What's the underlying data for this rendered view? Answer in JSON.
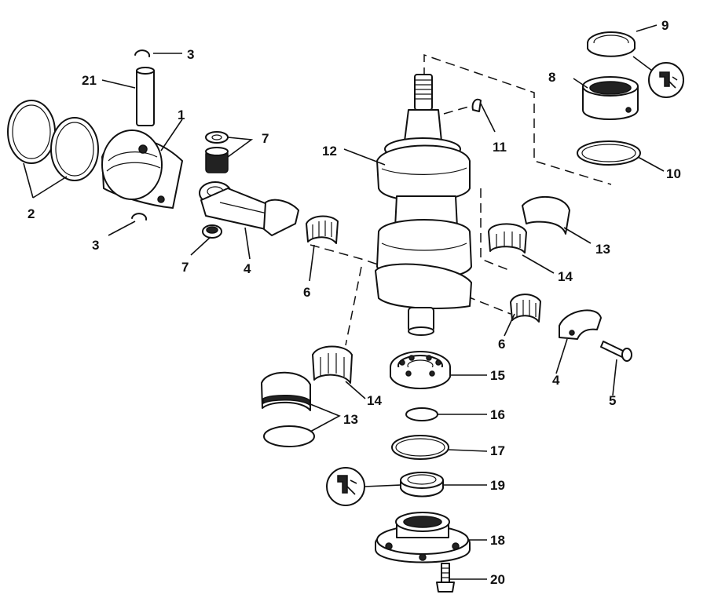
{
  "callouts": {
    "c1": "1",
    "c2": "2",
    "c3a": "3",
    "c3b": "3",
    "c4a": "4",
    "c4b": "4",
    "c5": "5",
    "c6a": "6",
    "c6b": "6",
    "c7a": "7",
    "c7b": "7",
    "c8": "8",
    "c9": "9",
    "c10": "10",
    "c11": "11",
    "c12": "12",
    "c13a": "13",
    "c13b": "13",
    "c14a": "14",
    "c14b": "14",
    "c15": "15",
    "c16": "16",
    "c17": "17",
    "c18": "18",
    "c19": "19",
    "c20": "20",
    "c21": "21"
  },
  "icons": {
    "lubricant_top": "grease-gun-icon",
    "lubricant_bottom": "grease-gun-icon"
  },
  "colors": {
    "line": "#111111",
    "background": "#ffffff"
  }
}
